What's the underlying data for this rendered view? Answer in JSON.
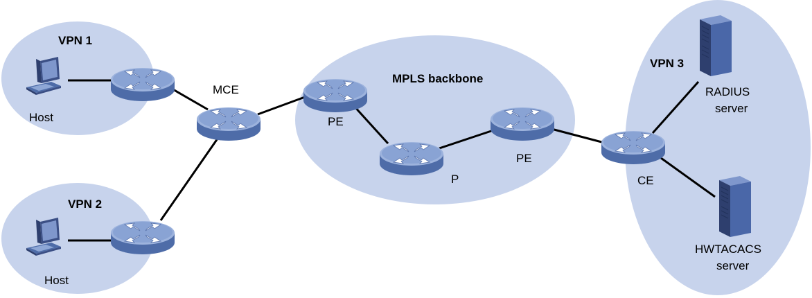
{
  "colors": {
    "region_fill": "#c7d3ec",
    "link": "#000000",
    "device_top": "#8ea7d6",
    "device_side": "#4e6ca8",
    "server_body": "#4a67a8"
  },
  "regions": {
    "vpn1": "VPN 1",
    "vpn2": "VPN 2",
    "vpn3": "VPN 3",
    "mpls": "MPLS backbone"
  },
  "devices": {
    "host1": {
      "icon": "host-computer-icon",
      "label": "Host"
    },
    "router_vpn1": {
      "icon": "router-icon"
    },
    "host2": {
      "icon": "host-computer-icon",
      "label": "Host"
    },
    "router_vpn2": {
      "icon": "router-icon"
    },
    "mce": {
      "icon": "router-icon",
      "label": "MCE"
    },
    "pe_left": {
      "icon": "router-icon",
      "label": "PE"
    },
    "p": {
      "icon": "router-icon",
      "label": "P"
    },
    "pe_right": {
      "icon": "router-icon",
      "label": "PE"
    },
    "ce": {
      "icon": "router-icon",
      "label": "CE"
    },
    "radius": {
      "icon": "server-icon",
      "label_line1": "RADIUS",
      "label_line2": "server"
    },
    "hwtacacs": {
      "icon": "server-icon",
      "label_line1": "HWTACACS",
      "label_line2": "server"
    }
  }
}
